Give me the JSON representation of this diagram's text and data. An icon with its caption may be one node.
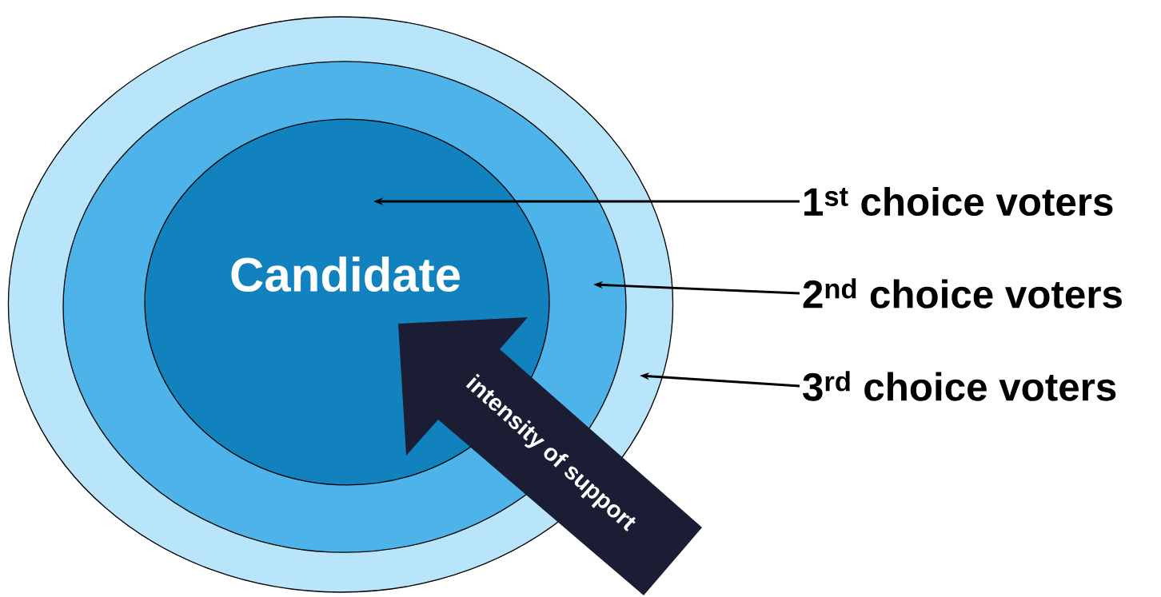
{
  "diagram": {
    "nodes": [
      {
        "text": [],
        "shape": "ellipse"
      },
      {
        "text": [],
        "shape": "ellipse",
        "in": 0
      },
      {
        "text": [
          "Candidate"
        ],
        "in": 1
      },
      {
        "text": [
          "1$^{st}$ choice voters"
        ]
      },
      {
        "text": [
          "2$^{nd}$ choice voters"
        ]
      },
      {
        "text": [
          "3$^{rd}$ choice voters"
        ]
      },
      {
        "text": [
          "intensity of support"
        ]
      }
    ],
    "edges": [
      {
        "from": 3,
        "to": 2,
        "arrow": "to"
      },
      {
        "from": 4,
        "to": 1,
        "arrow": "to"
      },
      {
        "from": 5,
        "to": 0,
        "arrow": "to"
      }
    ]
  }
}
